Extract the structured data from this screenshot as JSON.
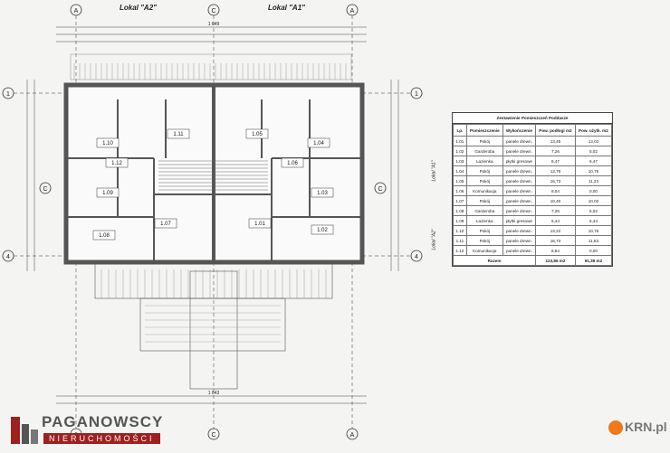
{
  "labels": {
    "lokal_a2": "Lokal \"A2\"",
    "lokal_a1": "Lokal \"A1\"",
    "axis_a": "A",
    "axis_c": "C",
    "axis_1": "1",
    "axis_4": "4",
    "overall_dim": "1 649",
    "bottom_dim": "1 643"
  },
  "rooms": [
    "1.01",
    "1.02",
    "1.03",
    "1.04",
    "1.05",
    "1.06",
    "1.07",
    "1.08",
    "1.09",
    "1.10",
    "1.11",
    "1.12"
  ],
  "table": {
    "title": "Zestawienie Pomieszczeń Poddasze",
    "headers": [
      "Lp.",
      "Pomieszczenie",
      "Wykończenie",
      "Pow. podłogi m2",
      "Pow. użytk. m2"
    ],
    "rows": [
      [
        "1.01",
        "Pokój",
        "panele drewn.",
        "13,45",
        "13,02"
      ],
      [
        "1.02",
        "Garderoba",
        "panele drewn.",
        "7,26",
        "5,02"
      ],
      [
        "1.03",
        "Łazienka",
        "płytki gresowe",
        "8,47",
        "6,47"
      ],
      [
        "1.04",
        "Pokój",
        "panele drewn.",
        "13,79",
        "10,76"
      ],
      [
        "1.05",
        "Pokój",
        "panele drewn.",
        "16,73",
        "11,23"
      ],
      [
        "1.06",
        "Komunikacja",
        "panele drewn.",
        "8,04",
        "0,00"
      ],
      [
        "1.07",
        "Pokój",
        "panele drewn.",
        "10,40",
        "10,02"
      ],
      [
        "1.08",
        "Garderoba",
        "panele drewn.",
        "7,26",
        "5,02"
      ],
      [
        "1.09",
        "Łazienka",
        "płytki gresowe",
        "6,44",
        "6,44"
      ],
      [
        "1.10",
        "Pokój",
        "panele drewn.",
        "13,22",
        "10,76"
      ],
      [
        "1.11",
        "Pokój",
        "panele drewn.",
        "16,73",
        "11,53"
      ],
      [
        "1.12",
        "Komunikacja",
        "panele drewn.",
        "8,84",
        "0,00"
      ]
    ],
    "sum_label": "Razem",
    "sum_floor": "123,86 m2",
    "sum_usable": "91,39 m2",
    "side_a1": "Lokal \"A1\"",
    "side_a2": "Lokal \"A2\""
  },
  "branding": {
    "agency_name": "PAGANOWSCY",
    "agency_sub": "NIERUCHOMOŚCI",
    "portal": "KRN.pl"
  },
  "colors": {
    "wall": "#555555",
    "line": "#333333",
    "brand": "#a02020",
    "portal_orange": "#f07a1a"
  }
}
